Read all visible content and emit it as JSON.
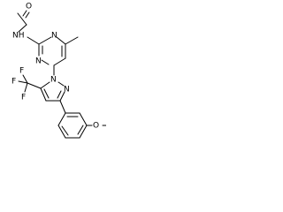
{
  "molecule": {
    "atoms": {
      "carbonyl_o": "O",
      "amide_nh": "NH",
      "pyrimidine_n1": "N",
      "pyrimidine_n3": "N",
      "pyrazole_n1": "N",
      "pyrazole_n2": "N",
      "trifluoromethyl": "F",
      "fluorine_1": "F",
      "fluorine_2": "F",
      "fluorine_3": "F",
      "methoxy_o": "O"
    }
  }
}
